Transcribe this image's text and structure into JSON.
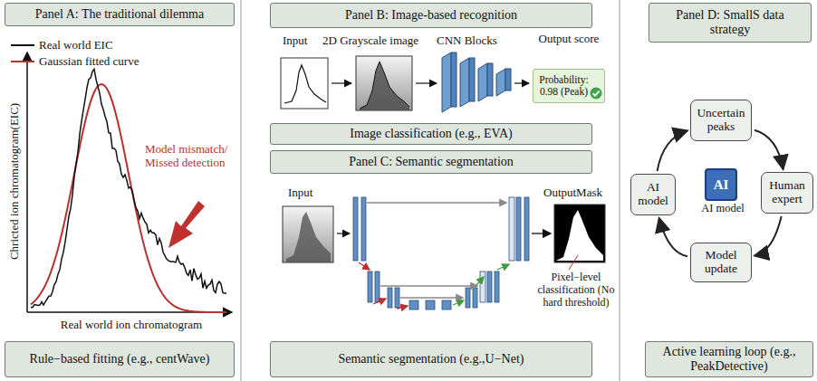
{
  "diagram": {
    "nodes": [
      {
        "text": [
          "Panel A: The traditional dilemma"
        ]
      },
      {
        "text": [
          "Rule−based fitting (e.g., centWave)"
        ]
      },
      {
        "text": [
          "Panel B: Image-based recognition"
        ]
      },
      {
        "text": [
          "Probability: 0.98 (Peak)"
        ]
      },
      {
        "text": [
          "Image classification (e.g., EVA)"
        ]
      },
      {
        "text": [
          "Panel C: Semantic segmentation"
        ]
      },
      {
        "text": [
          "Semantic segmentation (e.g.,U−Net)"
        ]
      },
      {
        "text": [
          "Panel D: SmallS data strategy"
        ]
      },
      {
        "text": [
          "Uncertain peaks"
        ]
      },
      {
        "text": [
          "Human expert"
        ]
      },
      {
        "text": [
          "Model update"
        ]
      },
      {
        "text": [
          "AI model"
        ]
      },
      {
        "text": [
          "AI",
          "AI model"
        ]
      },
      {
        "text": [
          "Active learning loop (e.g., PeakDetective)"
        ]
      }
    ],
    "edges": [
      {
        "from": 8,
        "to": 9,
        "arrow": "to"
      },
      {
        "from": 9,
        "to": 10,
        "arrow": "to"
      },
      {
        "from": 10,
        "to": 11,
        "arrow": "to"
      },
      {
        "from": 11,
        "to": 8,
        "arrow": "to"
      }
    ],
    "labels": [
      "Chricted ion chromatogram(EIC)",
      "Model mismatch/ Missed detection",
      "Real world ion chromatogram",
      "Input",
      "2D Grayscale image",
      "CNN Blocks",
      "Output score",
      "Input",
      "OutputMask",
      "Pixel−level classification (No hard threshold)"
    ],
    "legend": [
      {
        "text": "Real world EIC"
      },
      {
        "text": "Gaussian fitted curve"
      }
    ]
  }
}
